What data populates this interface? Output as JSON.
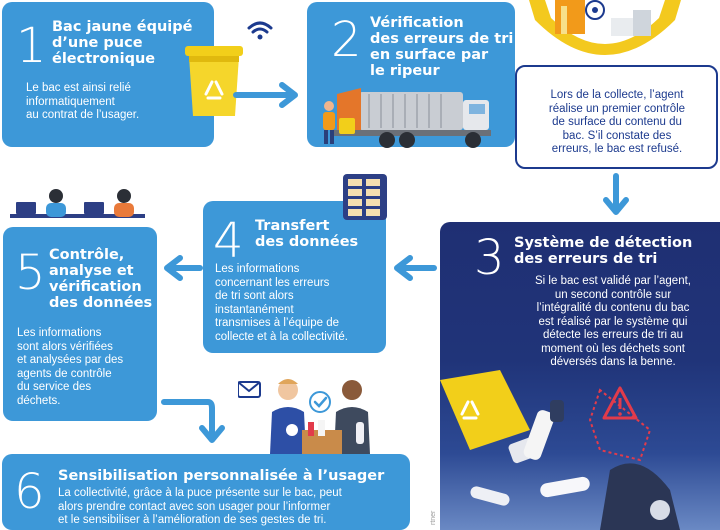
{
  "steps": [
    {
      "number": "1",
      "title": "Bac jaune équipé\nd’une puce\nélectronique",
      "body": "Le bac est ainsi relié\ninformatiquement\nau contrat de l’usager."
    },
    {
      "number": "2",
      "title": "Vérification\ndes erreurs de tri\nen surface par\nle ripeur",
      "callout": "Lors de la collecte, l’agent\nréalise un premier contrôle\nde surface du contenu du\nbac. S’il constate des\nerreurs, le bac est refusé."
    },
    {
      "number": "3",
      "title": "Système de détection\ndes erreurs de tri",
      "body": "Si le bac est validé par l’agent,\nun second contrôle sur\nl’intégralité du contenu du bac\nest réalisé par le système qui\ndétecte les erreurs de tri au\nmoment où les déchets sont\ndéversés dans la benne."
    },
    {
      "number": "4",
      "title": "Transfert\ndes données",
      "body": "Les informations\nconcernant les erreurs\nde tri sont alors\ninstantanément\ntransmises à l’équipe de\ncollecte et à la collectivité."
    },
    {
      "number": "5",
      "title": "Contrôle,\nanalyse et\nvérification\ndes données",
      "body": "Les informations\nsont alors vérifiées\net analysées par des\nagents de contrôle\ndu service des\ndéchets."
    },
    {
      "number": "6",
      "title": "Sensibilisation personnalisée à l’usager",
      "body": "La collectivité, grâce à la puce présente sur le bac, peut\nalors prendre contact avec son usager pour l’informer\net le sensibiliser à l’amélioration de ses gestes de tri."
    }
  ],
  "colors": {
    "card_blue": "#3d98d8",
    "navy": "#1c3a8e",
    "bin_yellow": "#f2cf1a",
    "arrow_blue": "#3d98d8"
  },
  "icons": [
    "yellow-bin-icon",
    "wifi-icon",
    "garbage-truck-icon",
    "worker-icon",
    "eye-icon",
    "server-icon",
    "call-center-agents-icon",
    "check-icon",
    "envelope-icon",
    "warning-triangle-icon",
    "recycle-icon",
    "bottles-icon"
  ],
  "credit": "rtner"
}
